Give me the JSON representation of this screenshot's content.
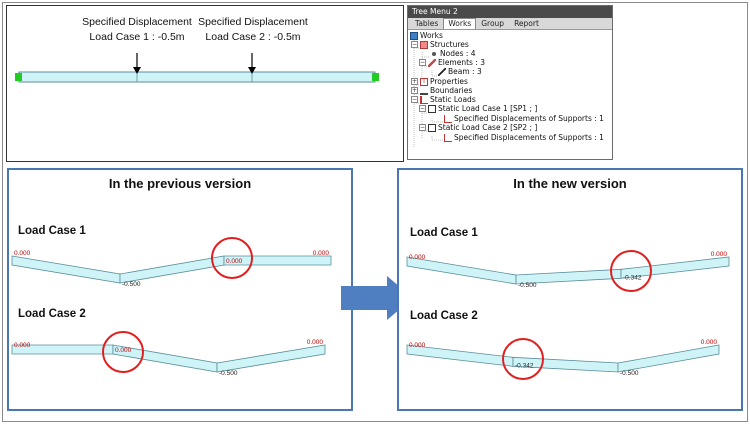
{
  "model_view": {
    "labels": [
      {
        "title": "Specified Displacement",
        "value": "Load Case 1 : -0.5m"
      },
      {
        "title": "Specified Displacement",
        "value": "Load Case 2 : -0.5m"
      }
    ]
  },
  "tree_menu": {
    "title": "Tree Menu 2",
    "tabs": [
      "Tables",
      "Works",
      "Group",
      "Report"
    ],
    "active_tab": "Works",
    "items": [
      "Works",
      "Structures",
      "Nodes : 4",
      "Elements : 3",
      "Beam : 3",
      "Properties",
      "Boundaries",
      "Static Loads",
      "Static Load Case 1 [SP1 ; ]",
      "Specified Displacements of Supports : 1",
      "Static Load Case 2 [SP2 ; ]",
      "Specified Displacements of Supports : 1"
    ]
  },
  "previous": {
    "title": "In the previous version",
    "lc1": {
      "label": "Load Case 1",
      "values": [
        "0.000",
        "-0.500",
        "0.000",
        "0.000"
      ]
    },
    "lc2": {
      "label": "Load Case 2",
      "values": [
        "0.000",
        "0.000",
        "-0.500",
        "0.000"
      ]
    }
  },
  "current": {
    "title": "In the new version",
    "lc1": {
      "label": "Load Case 1",
      "values": [
        "0.000",
        "-0.500",
        "-0.342",
        "0.000"
      ]
    },
    "lc2": {
      "label": "Load Case 2",
      "values": [
        "0.000",
        "-0.342",
        "-0.500",
        "0.000"
      ]
    }
  },
  "colors": {
    "beam_fill": "#cff4f8",
    "beam_stroke": "#5a8e9a",
    "panel_border": "#4a76b4",
    "highlight_circle": "#e02020",
    "arrow": "#4f7fc0",
    "support_node": "#22cc22",
    "zero_value": "#c00000",
    "nonzero_value": "#222222"
  }
}
